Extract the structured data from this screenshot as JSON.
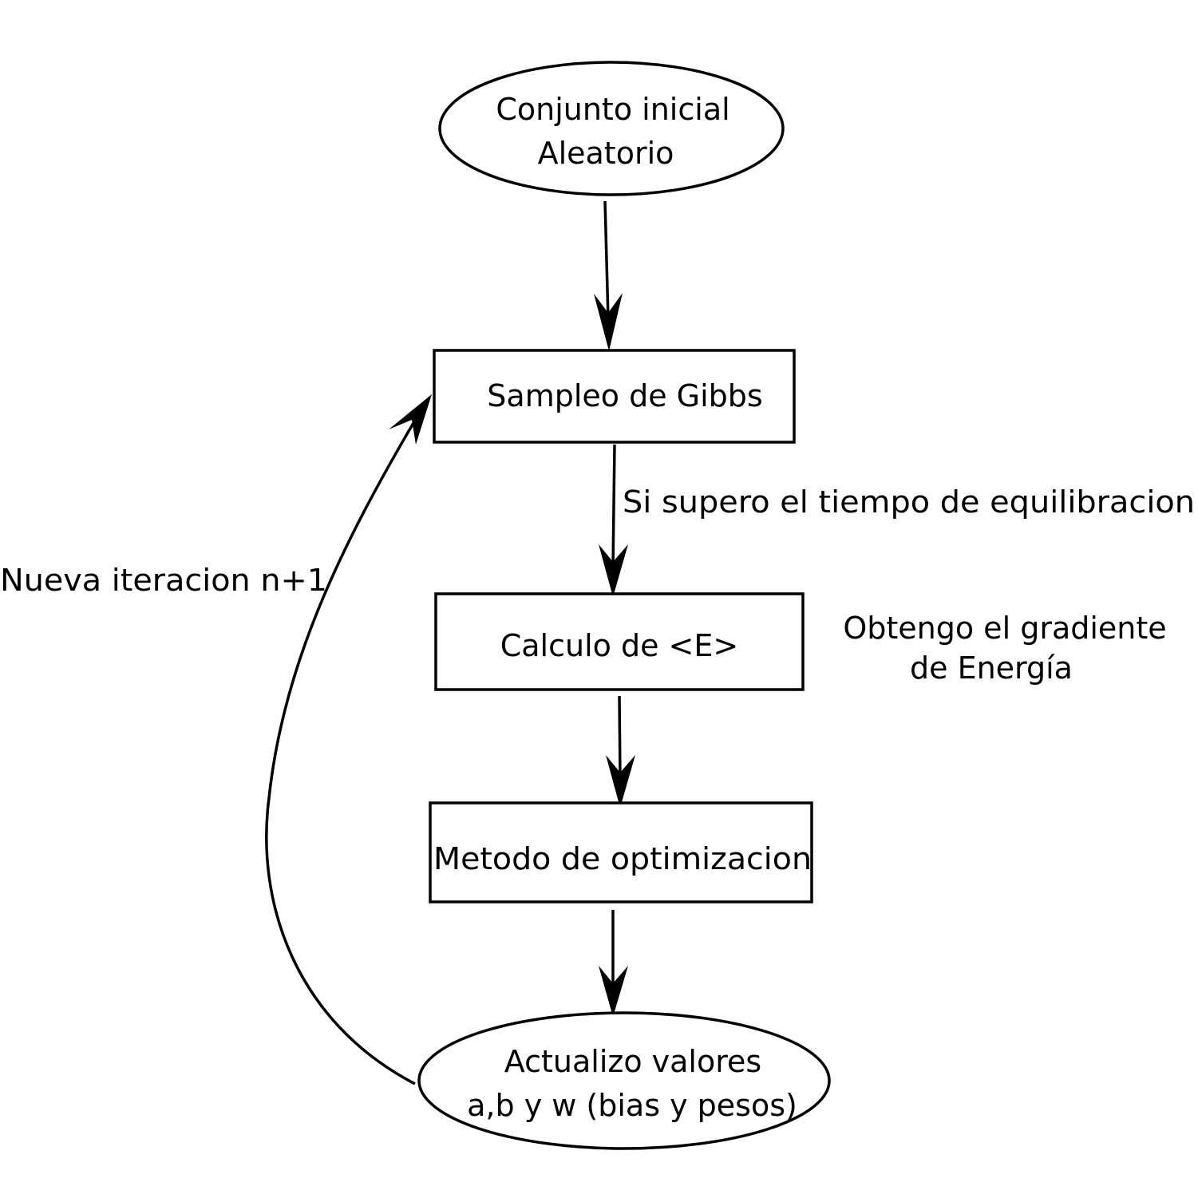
{
  "nodes": {
    "start": {
      "line1": "Conjunto inicial",
      "line2": "Aleatorio"
    },
    "gibbs": {
      "label": "Sampleo de Gibbs"
    },
    "energy": {
      "label": "Calculo de <E>"
    },
    "optimizer": {
      "label": "Metodo de optimizacion"
    },
    "update": {
      "line1": "Actualizo valores",
      "line2": "a,b y w (bias y pesos)"
    }
  },
  "annotations": {
    "equilibration": "Si supero el tiempo de equilibracion",
    "gradient_line1": "Obtengo el gradiente",
    "gradient_line2": "de Energía",
    "loop": "Nueva iteracion n+1"
  },
  "colors": {
    "stroke": "#000000",
    "background": "#ffffff"
  }
}
